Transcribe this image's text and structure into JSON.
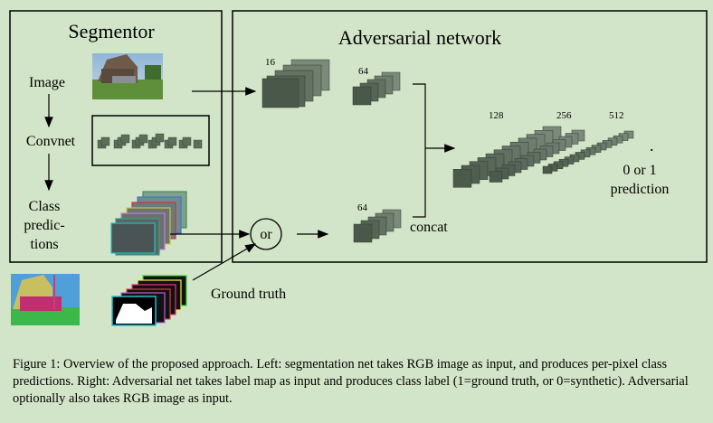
{
  "figure": {
    "segmentor_title": "Segmentor",
    "adversarial_title": "Adversarial network",
    "image_label": "Image",
    "convnet_label": "Convnet",
    "class_label_l1": "Class",
    "class_label_l2": "predic-",
    "class_label_l3": "tions",
    "ground_truth_label": "Ground truth",
    "or_label": "or",
    "concat_label": "concat",
    "size_16": "16",
    "size_64_top": "64",
    "size_64_bottom": "64",
    "size_128": "128",
    "size_256": "256",
    "size_512": "512",
    "output_l1": "0 or 1",
    "output_l2": "prediction",
    "output_dot": "."
  },
  "caption": "Figure 1: Overview of the proposed approach. Left: segmentation net takes RGB image as input, and produces per-pixel class predictions. Right: Adversarial net takes label map as input and produces class label (1=ground truth, or 0=synthetic). Adversarial optionally also takes RGB image as input."
}
